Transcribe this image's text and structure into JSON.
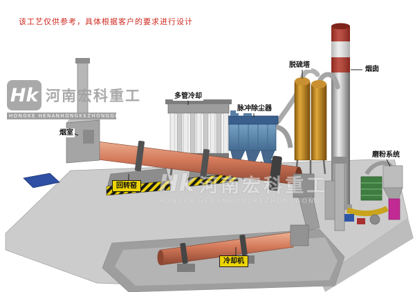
{
  "page": {
    "background": "#ffffff",
    "disclaimer": "该工艺仅供参考，具体根据客户的要求进行设计"
  },
  "watermark": {
    "logo_abbr": "Hk",
    "company_cn": "河南宏科重工",
    "company_en": "HONGKE HENANHONGKEZHONGGONG"
  },
  "equipment_labels": {
    "smoke_chamber": "烟室",
    "multi_tube_cooler": "多管冷却",
    "pulse_dust_collector": "脉冲除尘器",
    "desulfurization_tower": "脱硫塔",
    "chimney": "烟囱",
    "rotary_kiln": "回转窑",
    "cooler": "冷却机",
    "grinding_system": "磨粉系统"
  },
  "colors": {
    "disclaimer_text": "#cf2a20",
    "kiln_shell": "#d4795a",
    "dust_collector_blue": "#5b85ad",
    "tower_amber": "#c88a20",
    "chimney_red": "#b13124",
    "hazard_label_yellow": "#ecd405",
    "platform_gray": "#cccccc",
    "watermark_gray": "#a2a2a2"
  }
}
